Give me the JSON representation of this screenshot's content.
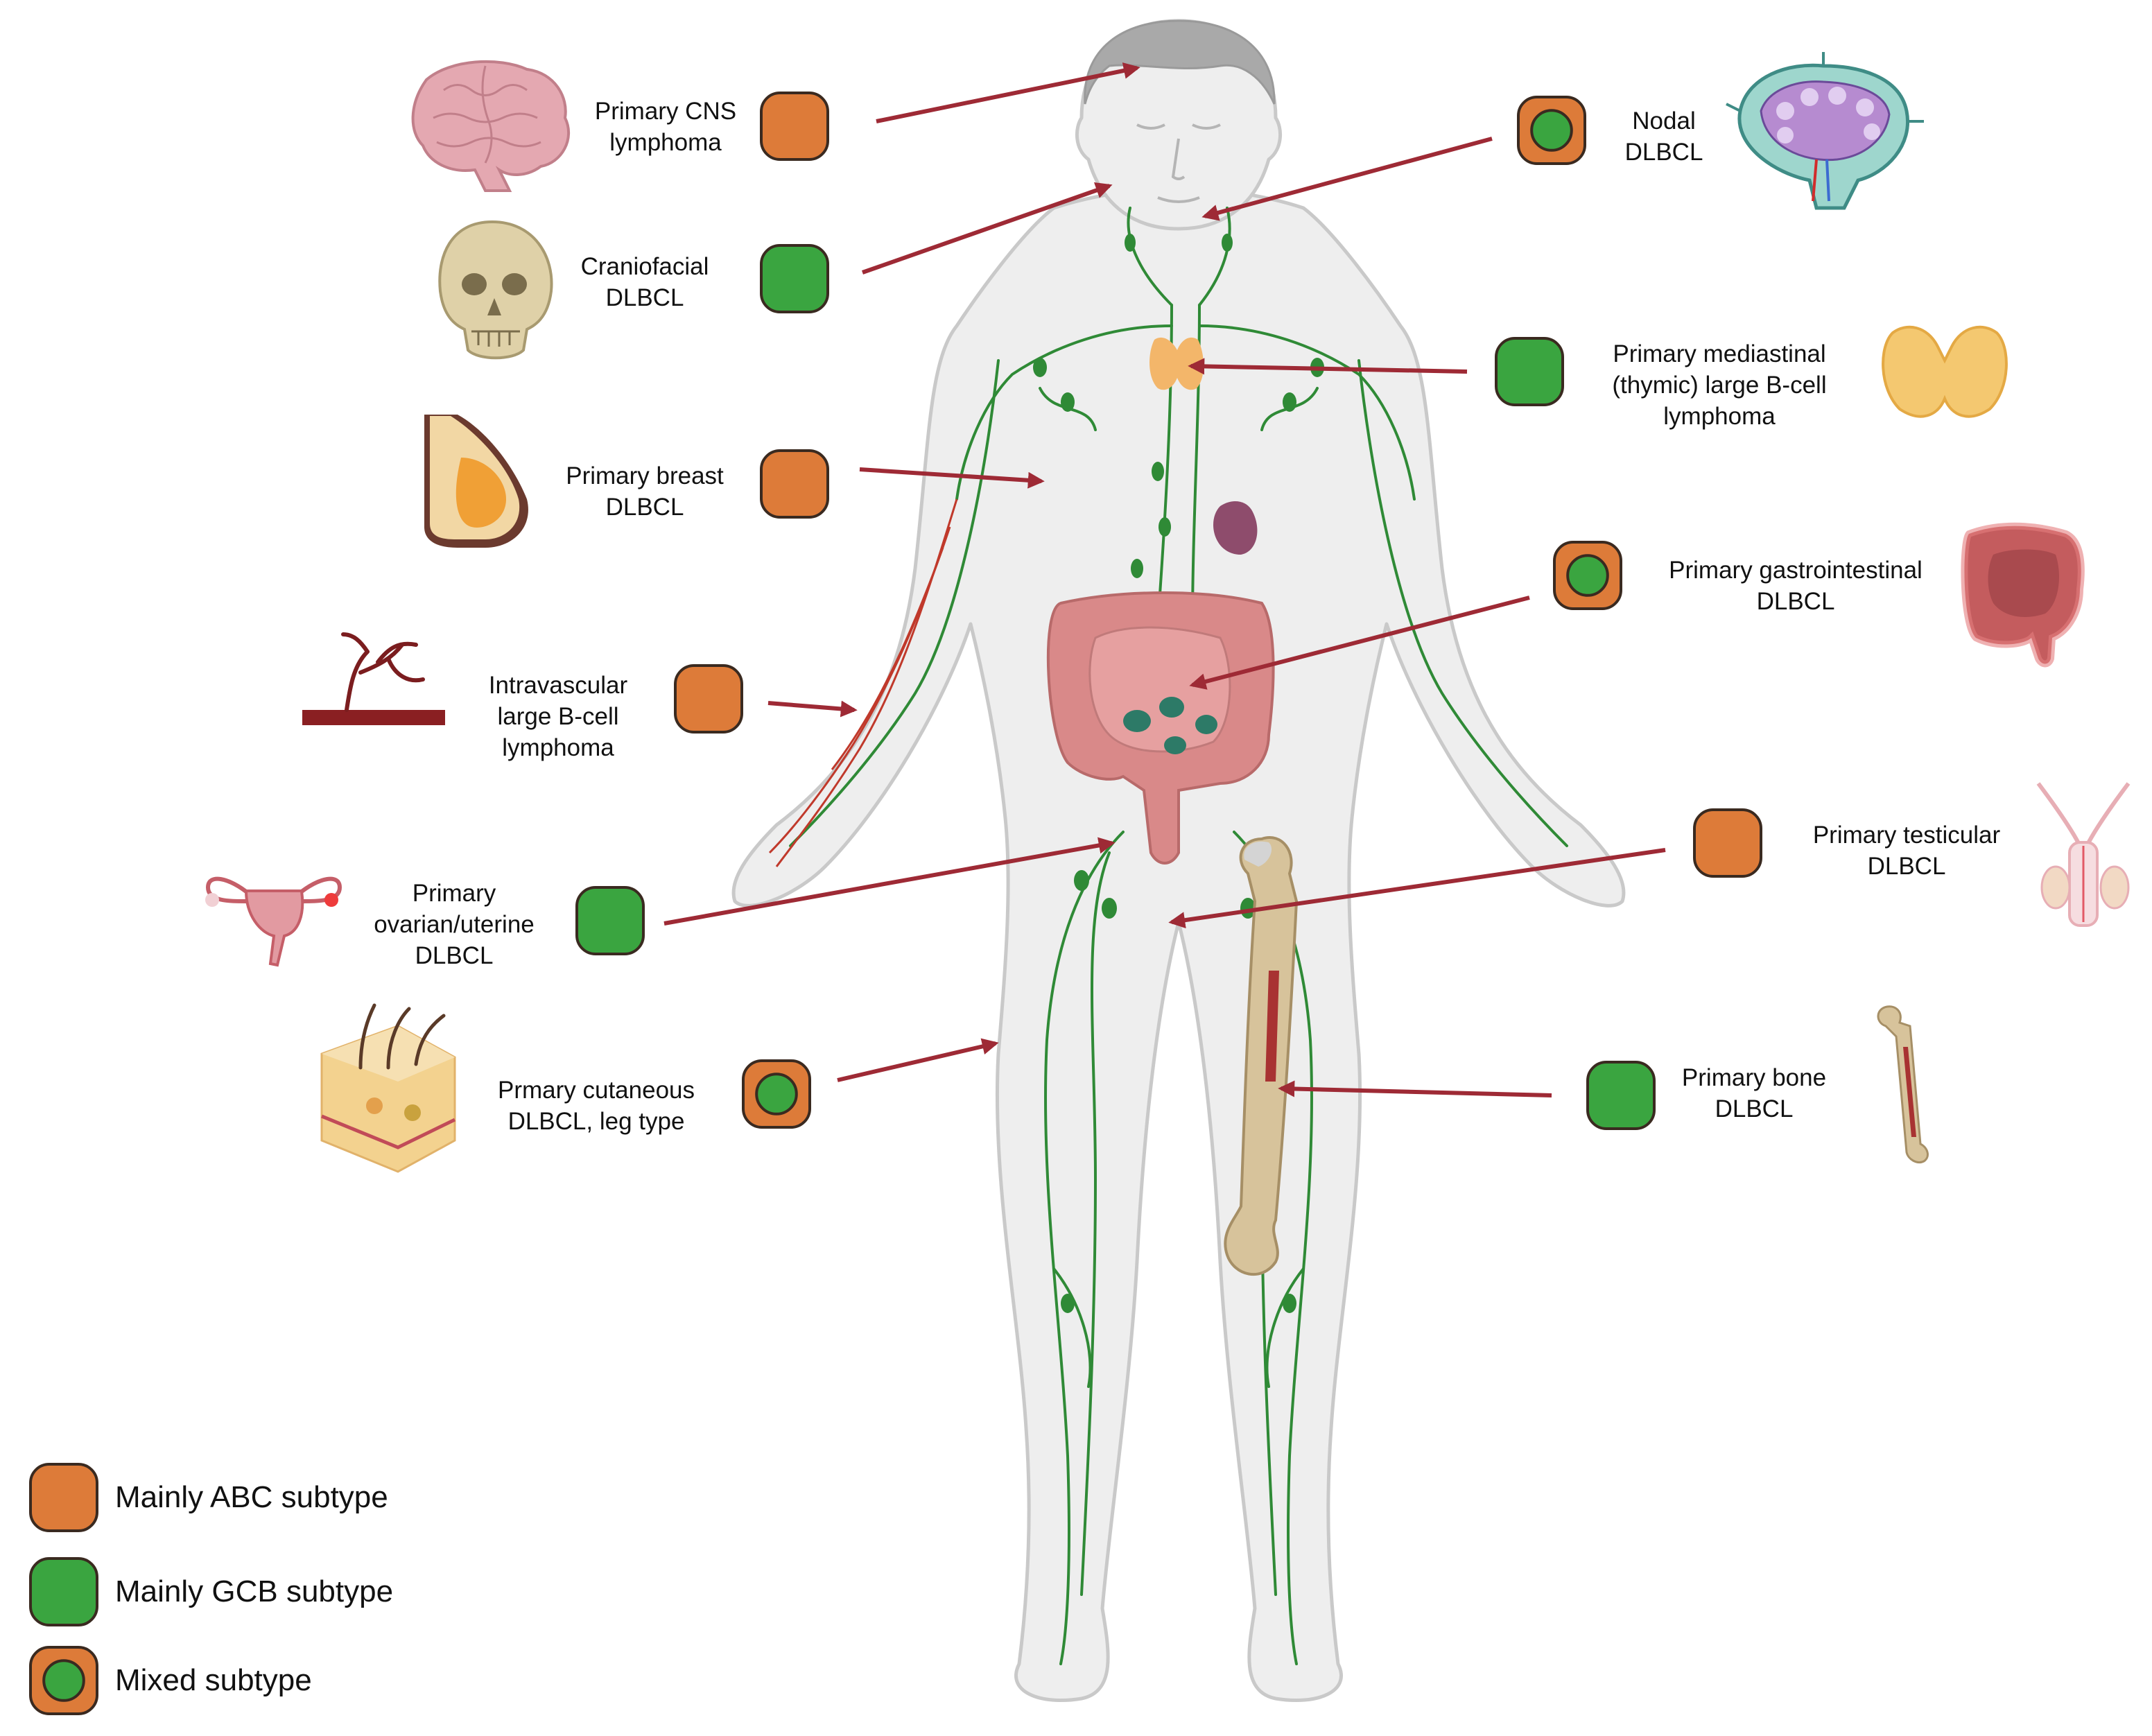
{
  "colors": {
    "abc": "#dd7b39",
    "gcb": "#3aa540",
    "arrow": "#9e2a35",
    "lymph": "#2f8a36",
    "body_fill": "#eeeeee",
    "body_stroke": "#c9c9c9"
  },
  "sites": [
    {
      "id": "cns",
      "label": "Primary CNS\nlymphoma",
      "subtype": "abc",
      "organ": "brain-icon"
    },
    {
      "id": "craniofacial",
      "label": "Craniofacial\nDLBCL",
      "subtype": "gcb",
      "organ": "skull-icon"
    },
    {
      "id": "breast",
      "label": "Primary breast\nDLBCL",
      "subtype": "abc",
      "organ": "breast-icon"
    },
    {
      "id": "intravascular",
      "label": "Intravascular\nlarge B-cell\nlymphoma",
      "subtype": "abc",
      "organ": "blood-vessel-icon"
    },
    {
      "id": "ovarian",
      "label": "Primary\novarian/uterine\nDLBCL",
      "subtype": "gcb",
      "organ": "uterus-icon"
    },
    {
      "id": "cutaneous",
      "label": "Prmary cutaneous\nDLBCL, leg type",
      "subtype": "mixed",
      "organ": "skin-icon"
    },
    {
      "id": "nodal",
      "label": "Nodal\nDLBCL",
      "subtype": "mixed",
      "organ": "lymph-node-icon"
    },
    {
      "id": "mediastinal",
      "label": "Primary mediastinal\n(thymic) large B-cell\nlymphoma",
      "subtype": "gcb",
      "organ": "thymus-icon"
    },
    {
      "id": "gi",
      "label": "Primary gastrointestinal\nDLBCL",
      "subtype": "mixed",
      "organ": "intestine-icon"
    },
    {
      "id": "testicular",
      "label": "Primary testicular\nDLBCL",
      "subtype": "abc",
      "organ": "testis-icon"
    },
    {
      "id": "bone",
      "label": "Primary bone\nDLBCL",
      "subtype": "gcb",
      "organ": "bone-icon"
    }
  ],
  "legend": [
    {
      "subtype": "abc",
      "label": "Mainly ABC subtype"
    },
    {
      "subtype": "gcb",
      "label": "Mainly GCB subtype"
    },
    {
      "subtype": "mixed",
      "label": "Mixed subtype"
    }
  ]
}
